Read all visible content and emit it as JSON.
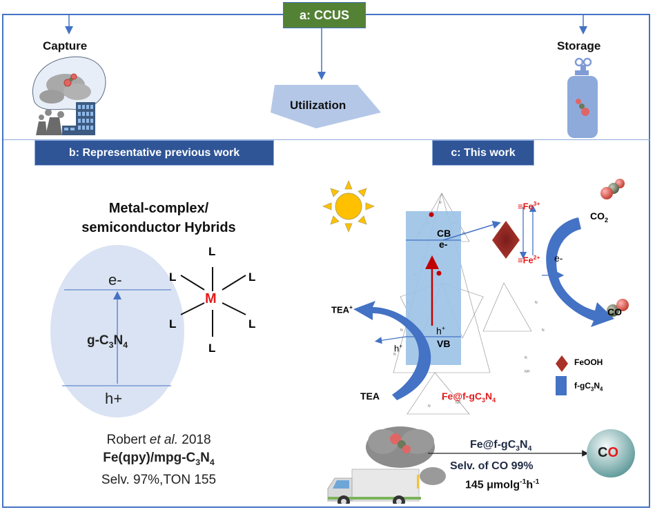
{
  "panel_a": {
    "title": "a: CCUS",
    "capture_label": "Capture",
    "utilization_label": "Utilization",
    "storage_label": "Storage"
  },
  "panel_b": {
    "header": "b: Representative previous work",
    "title_line1": "Metal-complex/",
    "title_line2": "semiconductor Hybrids",
    "band_top": "e-",
    "band_bottom": "h+",
    "semiconductor": "g-C",
    "semiconductor_sub1": "3",
    "semiconductor_mid": "N",
    "semiconductor_sub2": "4",
    "complex_center": "M",
    "ligand": "L",
    "ref_author": "Robert ",
    "ref_etal": "et al.",
    "ref_year": " 2018",
    "ref_catalyst_main": "Fe(qpy)/mpg-C",
    "ref_catalyst_sub1": "3",
    "ref_catalyst_mid": "N",
    "ref_catalyst_sub2": "4",
    "ref_perf": "Selv. 97%,TON 155"
  },
  "panel_c": {
    "header": "c: This work",
    "cb": "CB",
    "e_minus": "e-",
    "h_plus": "h",
    "h_plus_sup": "+",
    "vb": "VB",
    "fe3": "≡Fe",
    "fe3_sup": "3+",
    "fe2": "≡Fe",
    "fe2_sup": "2+",
    "e_transfer": "e-",
    "co2": "CO",
    "co2_sub": "2",
    "co": "CO",
    "tea_plus": "TEA",
    "tea_plus_sup": "+",
    "tea": "TEA",
    "h_label": "h",
    "h_label_sup": "+",
    "catalyst_name": "Fe@f-gC",
    "catalyst_sub1": "3",
    "catalyst_mid": "N",
    "catalyst_sub2": "4",
    "legend": [
      {
        "label": "FeOOH",
        "color": "#a93226"
      },
      {
        "label": "f-gC",
        "sub1": "3",
        "mid": "N",
        "sub2": "4",
        "color": "#4472c4"
      }
    ],
    "reaction": {
      "catalyst": "Fe@f-gC",
      "catalyst_sub1": "3",
      "catalyst_mid": "N",
      "catalyst_sub2": "4",
      "selectivity": "Selv. of CO 99%",
      "rate_value": "145 μmolg",
      "rate_sup1": "-1",
      "rate_h": "h",
      "rate_sup2": "-1",
      "product_c": "C",
      "product_o": "O"
    }
  },
  "colors": {
    "frame": "#4472c4",
    "ccus_box": "#548235",
    "section_header": "#2f5597",
    "light_blue": "#b4c7e7",
    "accent_red": "#e31b1b",
    "feooh": "#a93226"
  }
}
